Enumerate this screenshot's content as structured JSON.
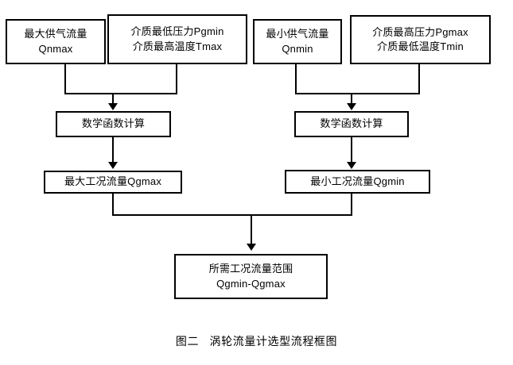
{
  "figure": {
    "caption": "图二   涡轮流量计选型流程框图",
    "line_color": "#000000",
    "box_fill": "#ffffff",
    "background": "#ffffff"
  },
  "nodes": {
    "qnmax": {
      "line1": "最大供气流量",
      "line2": "Qnmax"
    },
    "pgmin": {
      "line1": "介质最低压力Pgmin",
      "line2": "介质最高温度Tmax"
    },
    "qnmin": {
      "line1": "最小供气流量",
      "line2": "Qnmin"
    },
    "pgmax": {
      "line1": "介质最高压力Pgmax",
      "line2": "介质最低温度Tmin"
    },
    "calc_left": {
      "line1": "数学函数计算"
    },
    "calc_right": {
      "line1": "数学函数计算"
    },
    "qgmax": {
      "line1": "最大工况流量Qgmax"
    },
    "qgmin": {
      "line1": "最小工况流量Qgmin"
    },
    "range": {
      "line1": "所需工况流量范围",
      "line2": "Qgmin-Qgmax"
    }
  },
  "flow": {
    "edges": [
      {
        "from": "qnmax",
        "to": "calc_left",
        "arrow": true
      },
      {
        "from": "pgmin",
        "to": "calc_left",
        "arrow": true
      },
      {
        "from": "qnmin",
        "to": "calc_right",
        "arrow": true
      },
      {
        "from": "pgmax",
        "to": "calc_right",
        "arrow": true
      },
      {
        "from": "calc_left",
        "to": "qgmax",
        "arrow": true
      },
      {
        "from": "calc_right",
        "to": "qgmin",
        "arrow": true
      },
      {
        "from": "qgmax",
        "to": "range",
        "arrow": true
      },
      {
        "from": "qgmin",
        "to": "range",
        "arrow": true
      }
    ]
  }
}
